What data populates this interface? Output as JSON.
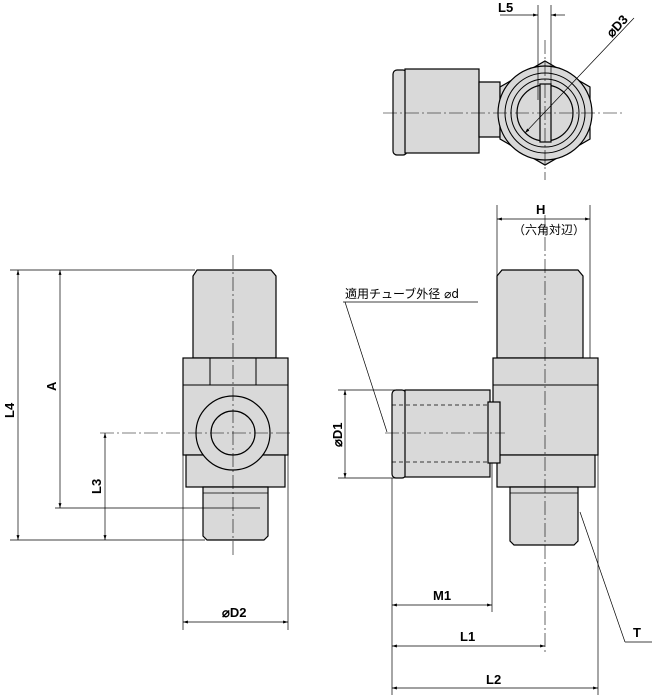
{
  "title": "Elbow fitting dimension drawing",
  "labels": {
    "L5": "L5",
    "D3": "⌀D3",
    "H": "H",
    "hex_note": "（六角対辺）",
    "tube_od": "適用チューブ外径 ⌀d",
    "L4": "L4",
    "A": "A",
    "L3": "L3",
    "D2": "⌀D2",
    "D1": "⌀D1",
    "M1": "M1",
    "L1": "L1",
    "L2": "L2",
    "T": "T"
  }
}
